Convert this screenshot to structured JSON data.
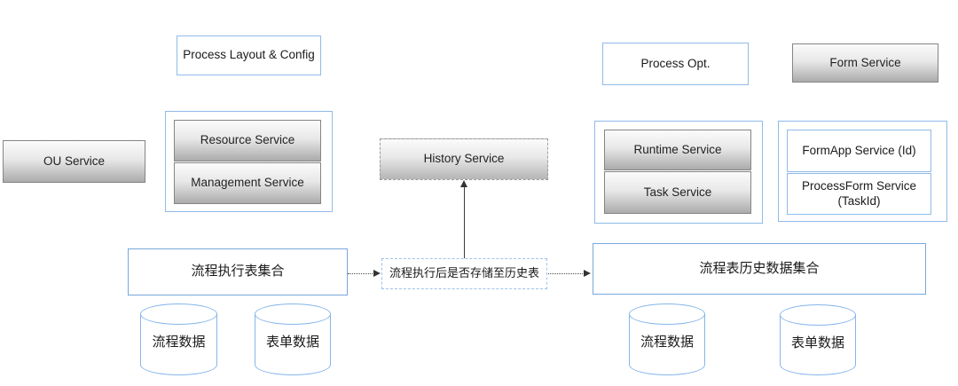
{
  "boxes": {
    "process_layout": "Process Layout & Config",
    "ou_service": "OU Service",
    "resource_service": "Resource Service",
    "management_service": "Management Service",
    "history_service": "History Service",
    "process_opt": "Process Opt.",
    "form_service": "Form Service",
    "runtime_service": "Runtime Service",
    "task_service": "Task Service",
    "formapp_service": "FormApp Service (Id)",
    "processform_service": "ProcessForm Service (TaskId)",
    "exec_tables": "流程执行表集合",
    "decision": "流程执行后是否存储至历史表",
    "history_tables": "流程表历史数据集合"
  },
  "cylinders": [
    {
      "label": "流程数据"
    },
    {
      "label": "表单数据"
    },
    {
      "label": "流程数据"
    },
    {
      "label": "表单数据"
    }
  ],
  "connections": [
    {
      "from": "exec_tables",
      "to": "decision",
      "style": "dotted-arrow-right"
    },
    {
      "from": "decision",
      "to": "history_tables",
      "style": "dotted-arrow-right"
    },
    {
      "from": "decision",
      "to": "history_service",
      "style": "solid-arrow-up"
    }
  ],
  "colors": {
    "solid_blue_border": "#78a7dd",
    "light_blue_border": "#8fbbea",
    "dashed_blue_border": "#9cc2ea",
    "cylinder_border": "#85b5ec",
    "gray_box_border": "#858585",
    "gray_gradient_top": "#fbfbfb",
    "gray_gradient_bottom": "#ababab",
    "arrow_color": "#3c3c3c",
    "background": "#ffffff"
  }
}
